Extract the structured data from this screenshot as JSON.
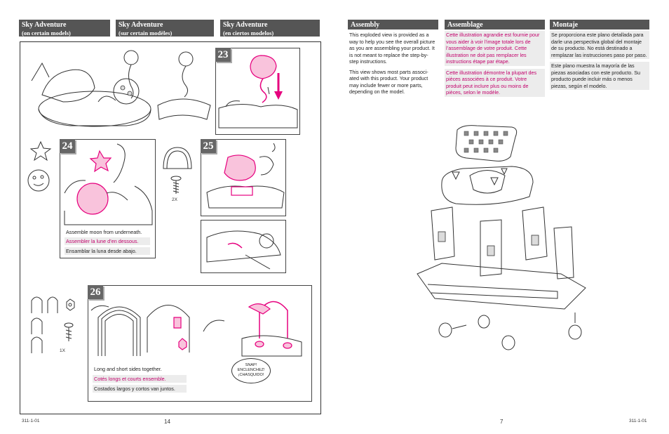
{
  "left_headers": [
    {
      "title": "Sky Adventure",
      "subtitle": "(on certain models)"
    },
    {
      "title": "Sky Adventure",
      "subtitle": "(sur certain modèles)"
    },
    {
      "title": "Sky Adventure",
      "subtitle": "(en ciertos modelos)"
    }
  ],
  "right_headers": {
    "en": "Assembly",
    "fr": "Assemblage",
    "es": "Montaje"
  },
  "steps": {
    "s23": "23",
    "s24": "24",
    "s25": "25",
    "s26": "26"
  },
  "parts": {
    "screw_2x": "2X",
    "screw_1x": "1X"
  },
  "captions": {
    "moon_en": "Assemble moon from underneath.",
    "moon_fr": "Assembler la lune d’en dessous.",
    "moon_es": "Ensamblar la luna desde abajo.",
    "sides_en": "Long and short sides together.",
    "sides_fr": "Cotés longs et courts ensemble.",
    "sides_es": "Costados largos y cortos van juntos.",
    "snap_1": "SNAP!",
    "snap_2": "ENCLENCHEZ!",
    "snap_3": "¡CHASQUIDO!"
  },
  "text": {
    "en_p1": "This exploded view is provided as a way to help you see the overall picture as you are assembling your product. It is not meant to replace the step-by-step instructions.",
    "en_p2": "This view shows most parts associ-ated with this product. Your product may include fewer or more parts, depending on the model.",
    "fr_p1": "Cette illustration agrandie est fournie pour vous aider à voir l’image totale lors de l’assemblage de votre produit. Cette illustration ne doit pas remplacer les instructions étape par étape.",
    "fr_p2": "Cette illustration démontre la plupart des pièces associées à ce produit. Votre produit peut inclure plus ou moins de pièces, selon le modèle.",
    "es_p1": "Se proporciona este plano detallada para darle una perspectiva global del montaje de su producto. No está destinado a remplazar las instrucciones paso por paso.",
    "es_p2": "Este plano muestra la mayoría de las piezas asociadas con este producto. Su producto puede incluir más o menos piezas, según el modelo."
  },
  "footer": {
    "code_left": "311-1-01",
    "page_left": "14",
    "page_right": "7",
    "code_right": "311-1-01"
  }
}
